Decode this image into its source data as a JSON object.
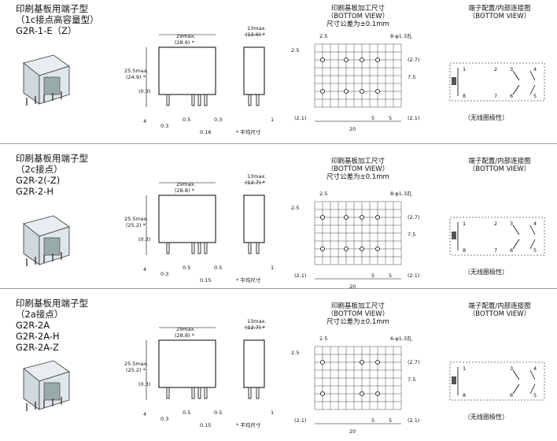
{
  "sections": [
    {
      "title": [
        "印刷基板用端子型",
        "（1c接点高容量型）",
        "G2R-1-E（Z）"
      ],
      "dims": {
        "width_max": "29max.",
        "width_avg": "(28.6) *",
        "depth_max": "13max.",
        "depth_avg": "(12.6) *",
        "height_max": "25.5max.",
        "height_avg": "(24.9) *",
        "pin_offset": "(0.3)",
        "pin_len": "4",
        "d1": "0.3",
        "d2": "0.5",
        "d3": "0.3",
        "d4": "0.16",
        "d5": "1",
        "note": "* 平均尺寸"
      },
      "pcb": {
        "header": [
          "印刷基板加工尺寸",
          "（BOTTOM VIEW）",
          "尺寸公差为±0.1mm"
        ],
        "hole": "8-φ1.3孔",
        "top": "2.5",
        "left": "2.5",
        "r1": "(2.7)",
        "r2": "7.5",
        "b1": "(2.1)",
        "b2": "20",
        "b3": "5",
        "b4": "5",
        "b5": "(2.1)"
      },
      "conn": {
        "header": [
          "端子配置/内部连接图",
          "（BOTTOM VIEW）"
        ],
        "pins": [
          "1",
          "2",
          "3",
          "4",
          "8",
          "7",
          "6",
          "5"
        ],
        "note": "（无线圈极性）"
      }
    },
    {
      "title": [
        "印刷基板用端子型",
        "（2c接点）",
        "G2R-2(-Z)",
        "G2R-2-H"
      ],
      "dims": {
        "width_max": "29max.",
        "width_avg": "(28.8) *",
        "depth_max": "13max.",
        "depth_avg": "(12.7) *",
        "height_max": "25.5max.",
        "height_avg": "(25.2) *",
        "pin_offset": "(0.3)",
        "pin_len": "4",
        "d1": "0.3",
        "d2": "0.5",
        "d3": "0.5",
        "d4": "0.15",
        "d5": "1",
        "note": "* 平均尺寸"
      },
      "pcb": {
        "header": [
          "印刷基板加工尺寸",
          "（BOTTOM VIEW）",
          "尺寸公差为±0.1mm"
        ],
        "hole": "8-φ1.3孔",
        "top": "2.5",
        "left": "2.5",
        "r1": "(2.7)",
        "r2": "7.5",
        "b1": "(2.1)",
        "b2": "20",
        "b3": "5",
        "b4": "5",
        "b5": "(2.1)"
      },
      "conn": {
        "header": [
          "端子配置/内部连接图",
          "（BOTTOM VIEW）"
        ],
        "pins": [
          "1",
          "2",
          "3",
          "4",
          "8",
          "7",
          "6",
          "5"
        ],
        "note": "（无线圈极性）"
      }
    },
    {
      "title": [
        "印刷基板用端子型",
        "（2a接点）",
        "G2R-2A",
        "G2R-2A-H",
        "G2R-2A-Z"
      ],
      "dims": {
        "width_max": "29max.",
        "width_avg": "(28.8) *",
        "depth_max": "13max.",
        "depth_avg": "(12.7) *",
        "height_max": "25.5max.",
        "height_avg": "(25.2) *",
        "pin_offset": "(0.3)",
        "pin_len": "4",
        "d1": "0.3",
        "d2": "0.5",
        "d3": "0.5",
        "d4": "0.15",
        "d5": "1",
        "note": "* 平均尺寸"
      },
      "pcb": {
        "header": [
          "印刷基板加工尺寸",
          "（BOTTOM VIEW）",
          "尺寸公差为±0.1mm"
        ],
        "hole": "6-φ1.3孔",
        "top": "2.5",
        "left": "2.5",
        "r1": "(2.7)",
        "r2": "7.5",
        "b1": "(2.1)",
        "b2": "20",
        "b3": "5",
        "b4": "5",
        "b5": "(2.1)"
      },
      "conn": {
        "header": [
          "端子配置/内部连接图",
          "（BOTTOM VIEW）"
        ],
        "pins": [
          "1",
          "3",
          "4",
          "8",
          "6",
          "5"
        ],
        "note": "（无线圈极性）"
      }
    }
  ]
}
